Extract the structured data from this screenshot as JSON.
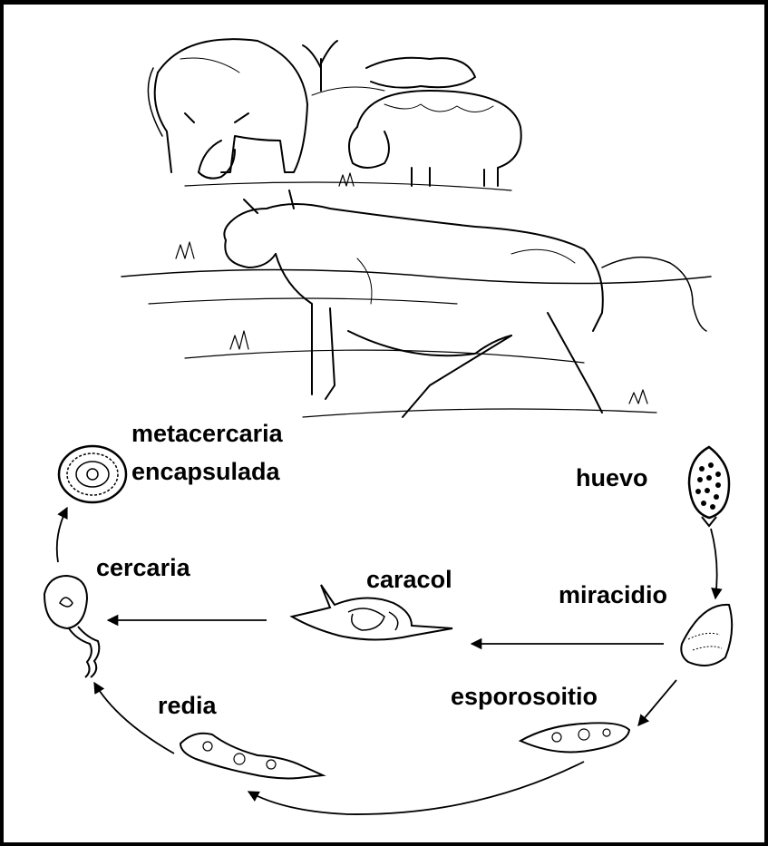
{
  "labels": {
    "metacercaria_line1": "metacercaria",
    "metacercaria_line2": "encapsulada",
    "huevo": "huevo",
    "cercaria": "cercaria",
    "caracol": "caracol",
    "miracidio": "miracidio",
    "redia": "redia",
    "esporosoitio": "esporosoitio"
  },
  "colors": {
    "ink": "#000000",
    "paper": "#ffffff",
    "frame": "#000000"
  }
}
